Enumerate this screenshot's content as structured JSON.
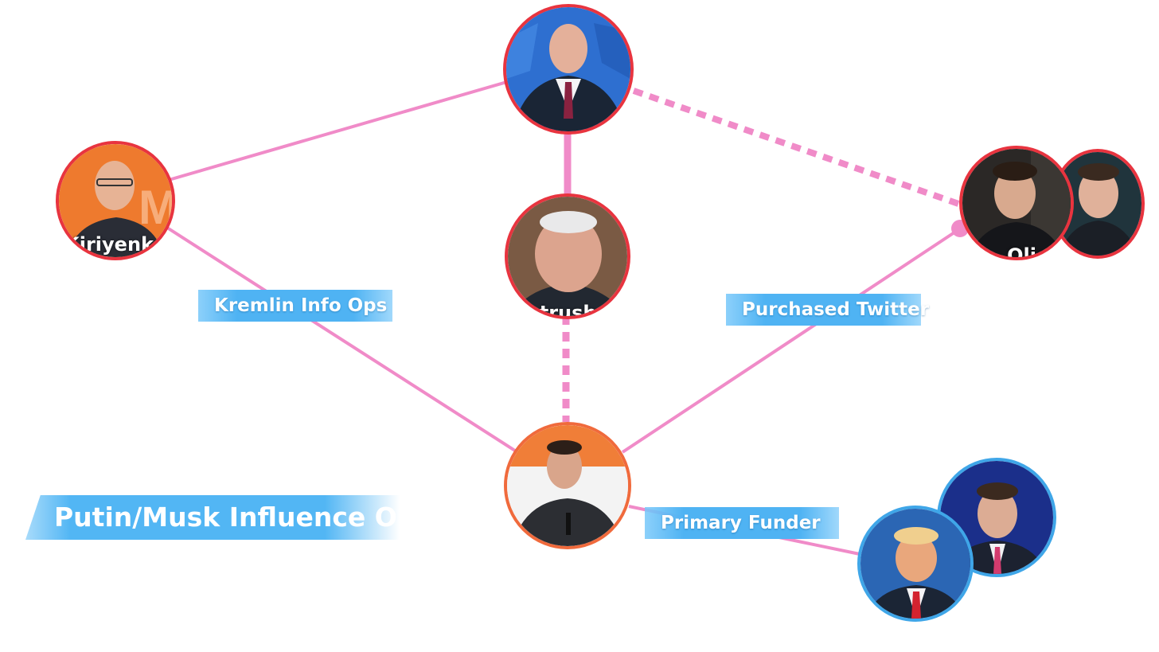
{
  "title": "Putin/Musk Influence Op",
  "colors": {
    "edge": "#f08bc8",
    "red_ring": "#e8343f",
    "blue_ring": "#3fa6e8",
    "label_bg": "#4fb3f3"
  },
  "nodes": {
    "putin": {
      "label": ""
    },
    "kiriyenko": {
      "label": "Kiriyenko"
    },
    "patrushev": {
      "label": "Patrushev"
    },
    "oligarchs": {
      "label": "Oligarchs"
    },
    "musk": {
      "label": ""
    },
    "trump_vance": {
      "label": ""
    }
  },
  "edge_labels": {
    "kremlin": "Kremlin Info Ops",
    "twitter": "Purchased Twitter",
    "funder": "Primary Funder"
  }
}
